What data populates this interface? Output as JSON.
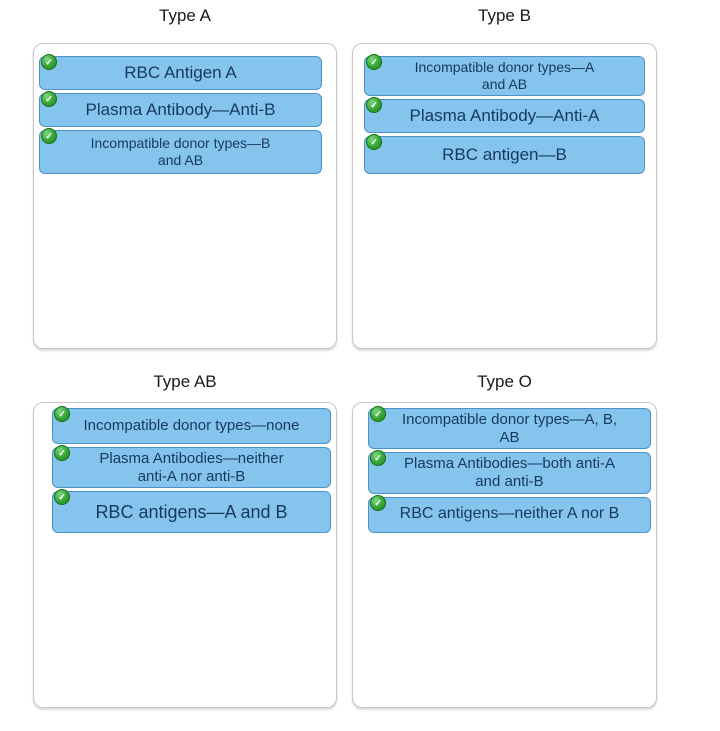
{
  "icons": {
    "check_glyph": "✓",
    "chip_status_icon": "check-circle-icon"
  },
  "colors": {
    "chip_fill": "#85c4ec",
    "chip_border": "#4d92c6",
    "chip_text": "#17395e",
    "check_green": "#35a435",
    "dropzone_border": "#c7c7c7",
    "background": "#ffffff"
  },
  "panels": [
    {
      "title": "Type A",
      "chips": [
        {
          "label": "RBC Antigen A"
        },
        {
          "label": "Plasma Antibody—Anti-B"
        },
        {
          "label": "Incompatible donor types—B and AB"
        }
      ]
    },
    {
      "title": "Type B",
      "chips": [
        {
          "label": "Incompatible donor types—A and AB"
        },
        {
          "label": "Plasma Antibody—Anti-A"
        },
        {
          "label": "RBC antigen—B"
        }
      ]
    },
    {
      "title": "Type AB",
      "chips": [
        {
          "label": "Incompatible donor types—none"
        },
        {
          "label": "Plasma Antibodies—neither anti-A nor anti-B"
        },
        {
          "label": "RBC antigens—A and B"
        }
      ]
    },
    {
      "title": "Type O",
      "chips": [
        {
          "label": "Incompatible donor types—A, B, AB"
        },
        {
          "label": "Plasma Antibodies—both anti-A and anti-B"
        },
        {
          "label": "RBC antigens—neither A nor B"
        }
      ]
    }
  ]
}
